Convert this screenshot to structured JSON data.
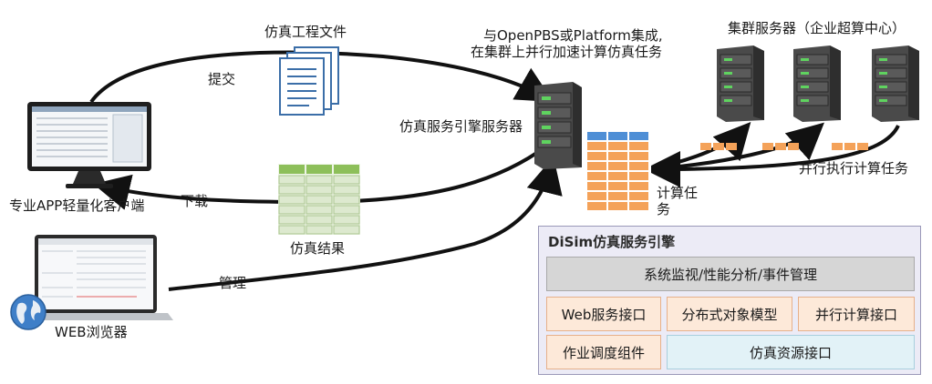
{
  "labels": {
    "sim_project_file": "仿真工程文件",
    "submit": "提交",
    "integrate_line1": "与OpenPBS或Platform集成,",
    "integrate_line2": "在集群上并行加速计算仿真任务",
    "cluster_title": "集群服务器（企业超算中心）",
    "engine_server": "仿真服务引擎服务器",
    "parallel_tasks": "并行执行计算任务",
    "compute_tasks_1": "计算任",
    "compute_tasks_2": "务",
    "download": "下载",
    "client": "专业APP轻量化客户端",
    "sim_results": "仿真结果",
    "manage": "管理",
    "web_browser": "WEB浏览器"
  },
  "engine": {
    "title": "DiSim仿真服务引擎",
    "row1": "系统监视/性能分析/事件管理",
    "web_interface": "Web服务接口",
    "object_model": "分布式对象模型",
    "parallel_interface": "并行计算接口",
    "scheduler": "作业调度组件",
    "resource_interface": "仿真资源接口"
  },
  "colors": {
    "arrow": "#111111",
    "server_dark": "#3c3c3c",
    "server_led": "#5fd35f",
    "task_orange": "#f4a259",
    "task_blue": "#4f8fd6",
    "result_green": "#8dbf5a"
  },
  "icons": [
    "monitor-icon",
    "document-stack-icon",
    "server-tower-icon",
    "spreadsheet-icon",
    "laptop-icon",
    "globe-icon",
    "task-grid-icon"
  ]
}
